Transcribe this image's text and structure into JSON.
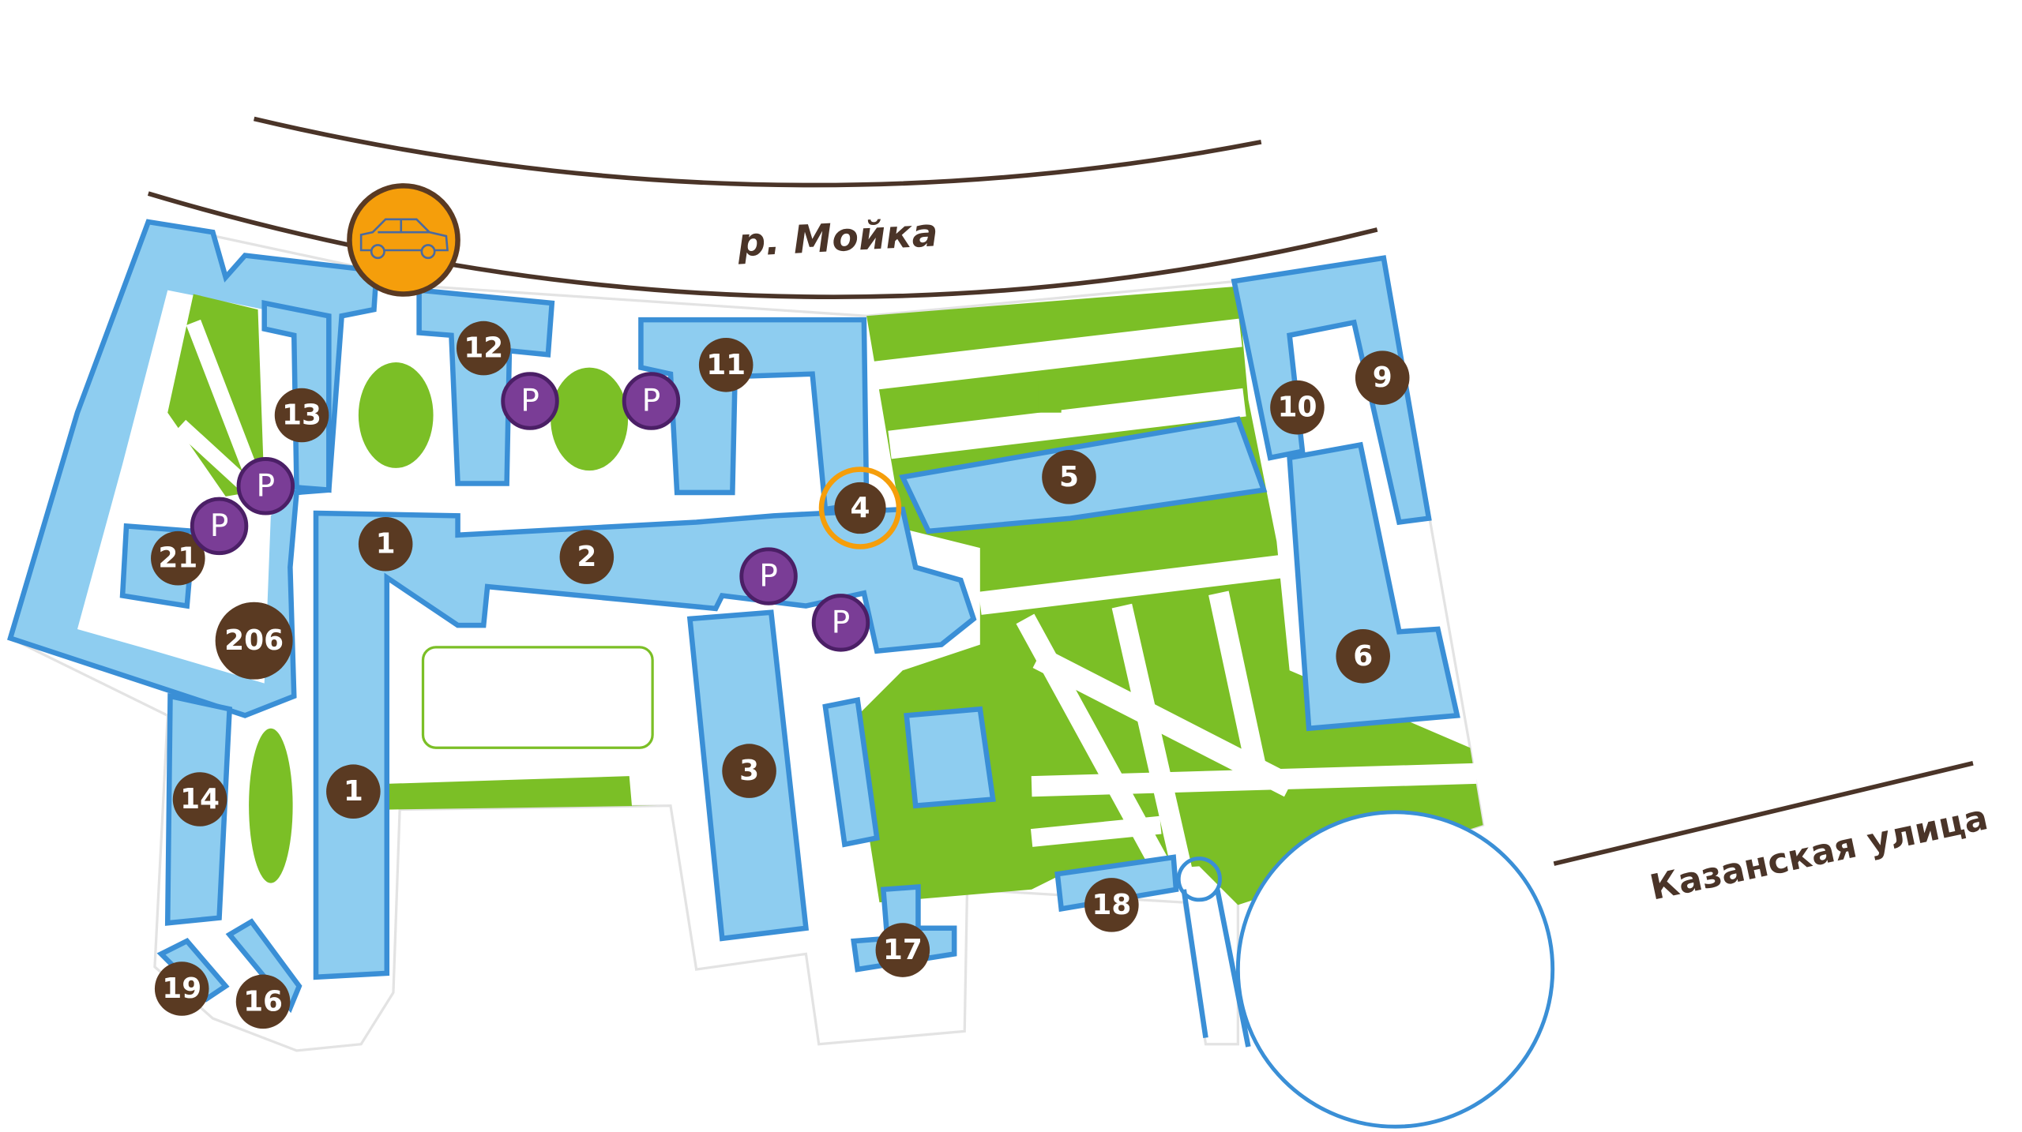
{
  "map": {
    "river_label": "р. Мойка",
    "street_label": "Казанская улица",
    "parking_label": "P",
    "car_icon": "car-icon",
    "buildings": {
      "b12": "12",
      "b11": "11",
      "b13": "13",
      "b10": "10",
      "b9": "9",
      "b5": "5",
      "b4": "4",
      "b1a": "1",
      "b2": "2",
      "b21": "21",
      "b206": "206",
      "b6": "6",
      "b3": "3",
      "b1b": "1",
      "b14": "14",
      "b18": "18",
      "b17": "17",
      "b19": "19",
      "b16": "16"
    },
    "highlighted_building": "4"
  },
  "colors": {
    "building_fill": "#8ecdf0",
    "building_stroke": "#3a8fd6",
    "green": "#7bbf26",
    "marker": "#5a3a22",
    "parking": "#7a3d96",
    "car_marker": "#f59e0b",
    "highlight_ring": "#f59e0b"
  }
}
